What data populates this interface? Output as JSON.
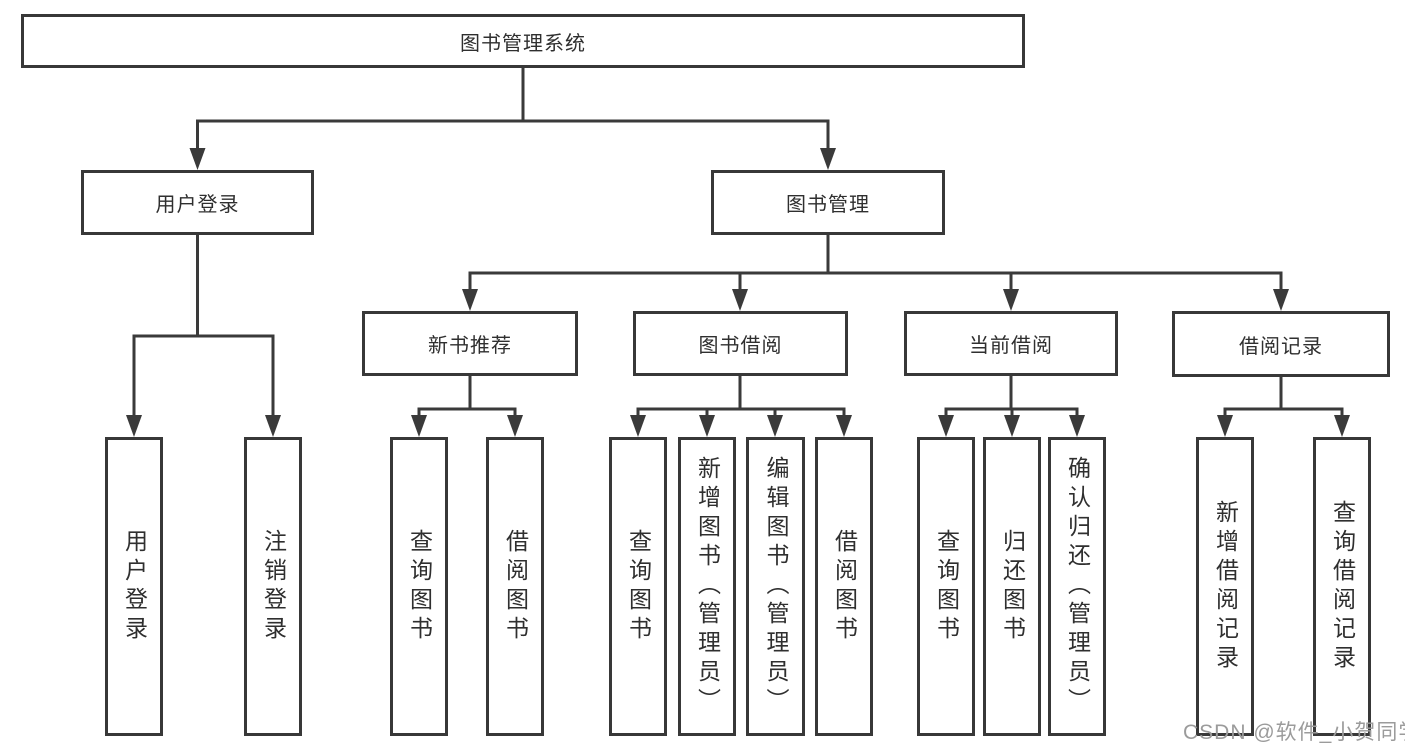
{
  "tree": {
    "label": "图书管理系统",
    "children": [
      {
        "label": "用户登录",
        "children": [
          {
            "label": "用户登录"
          },
          {
            "label": "注销登录"
          }
        ]
      },
      {
        "label": "图书管理",
        "children": [
          {
            "label": "新书推荐",
            "children": [
              {
                "label": "查询图书"
              },
              {
                "label": "借阅图书"
              }
            ]
          },
          {
            "label": "图书借阅",
            "children": [
              {
                "label": "查询图书"
              },
              {
                "label": "新增图书（管理员）"
              },
              {
                "label": "编辑图书（管理员）"
              },
              {
                "label": "借阅图书"
              }
            ]
          },
          {
            "label": "当前借阅",
            "children": [
              {
                "label": "查询图书"
              },
              {
                "label": "归还图书"
              },
              {
                "label": "确认归还（管理员）"
              }
            ]
          },
          {
            "label": "借阅记录",
            "children": [
              {
                "label": "新增借阅记录"
              },
              {
                "label": "查询借阅记录"
              }
            ]
          }
        ]
      }
    ]
  },
  "watermark": {
    "text": "CSDN @软件_小贺同学"
  },
  "colors": {
    "line": "#3a3a3a",
    "box_border": "#383838",
    "text": "#2f2f2f",
    "watermark": "#9b9b9b",
    "background": "#ffffff"
  }
}
